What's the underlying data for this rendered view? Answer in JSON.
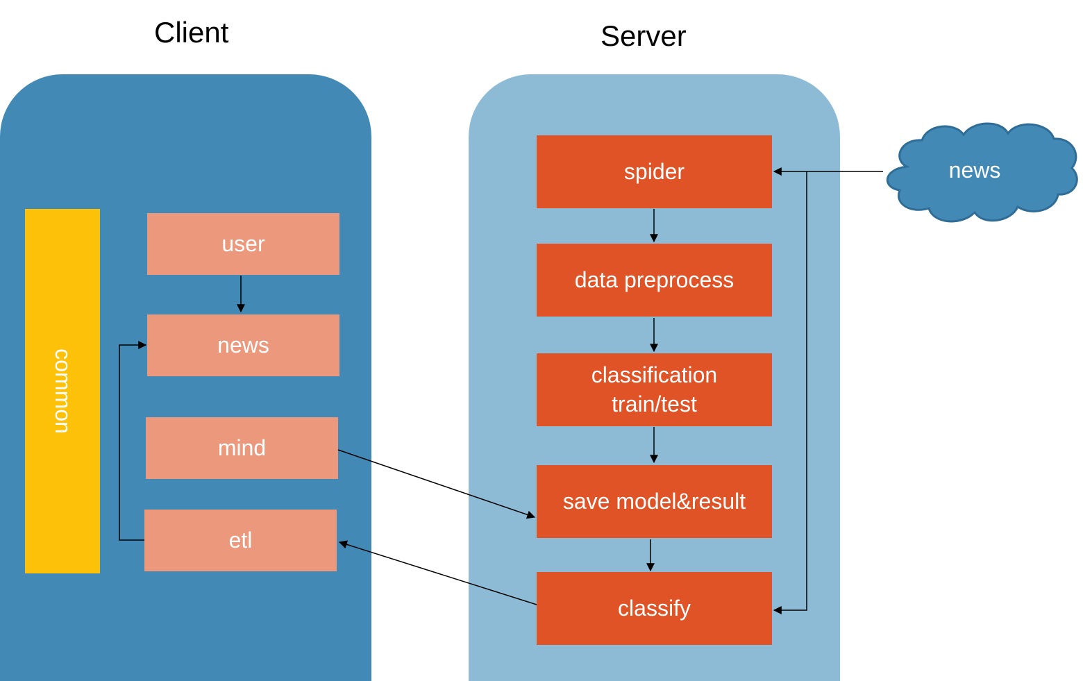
{
  "titles": {
    "client": "Client",
    "server": "Server"
  },
  "client": {
    "common_label": "common",
    "boxes": {
      "user": "user",
      "news": "news",
      "mind": "mind",
      "etl": "etl"
    }
  },
  "server": {
    "boxes": {
      "spider": "spider",
      "data_preprocess": "data preprocess",
      "classification_line1": "classification",
      "classification_line2": "train/test",
      "save_model": "save model&result",
      "classify": "classify"
    }
  },
  "external": {
    "news_source": "news"
  },
  "colors": {
    "client_panel": "#4289b5",
    "server_panel": "#8dbbd6",
    "client_box": "#ec987d",
    "server_box": "#df5327",
    "common_bar": "#fdc10a",
    "cloud_fill": "#4289b5",
    "cloud_stroke": "#2f6d96"
  }
}
